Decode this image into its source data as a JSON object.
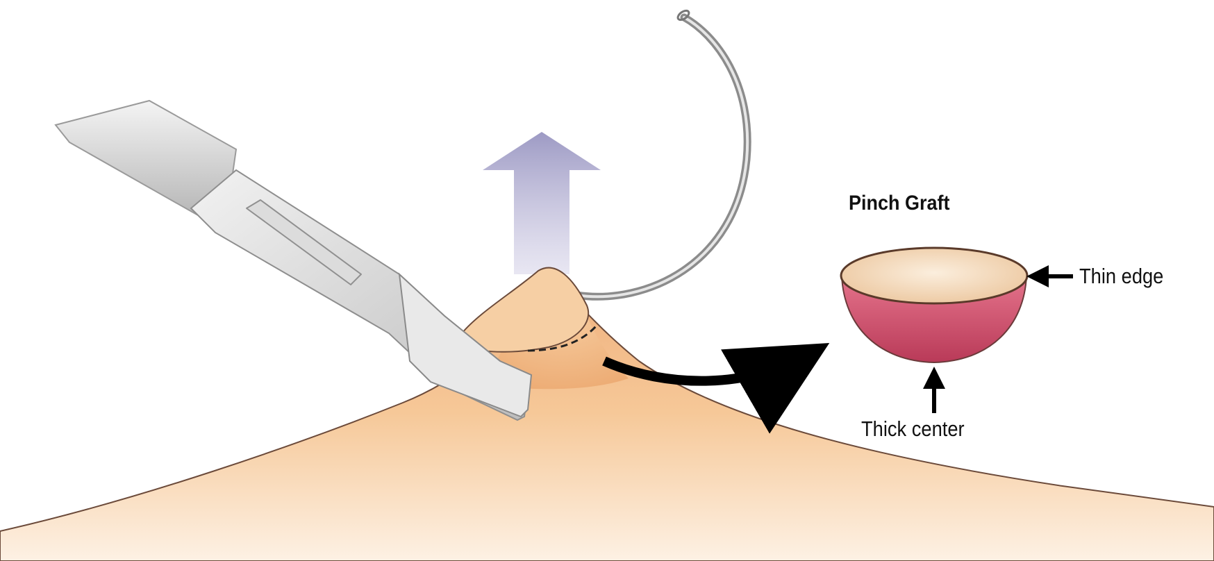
{
  "labels": {
    "title": "Pinch Graft",
    "thin_edge": "Thin edge",
    "thick_center": "Thick center"
  },
  "colors": {
    "skin_light": "#fbe6cf",
    "skin_mid": "#f2b988",
    "skin_dark": "#e39a63",
    "graft_outer": "#c94a67",
    "graft_inner": "#f3dcc1",
    "lift_arrow": "#a9a6c9",
    "instrument": "#c9c9c9",
    "needle": "#8c8c8c",
    "arrow_black": "#000000"
  },
  "icons": [
    "scalpel-icon",
    "curved-needle-icon",
    "lift-arrow-icon",
    "transfer-arrow-icon",
    "graft-cup-icon"
  ]
}
